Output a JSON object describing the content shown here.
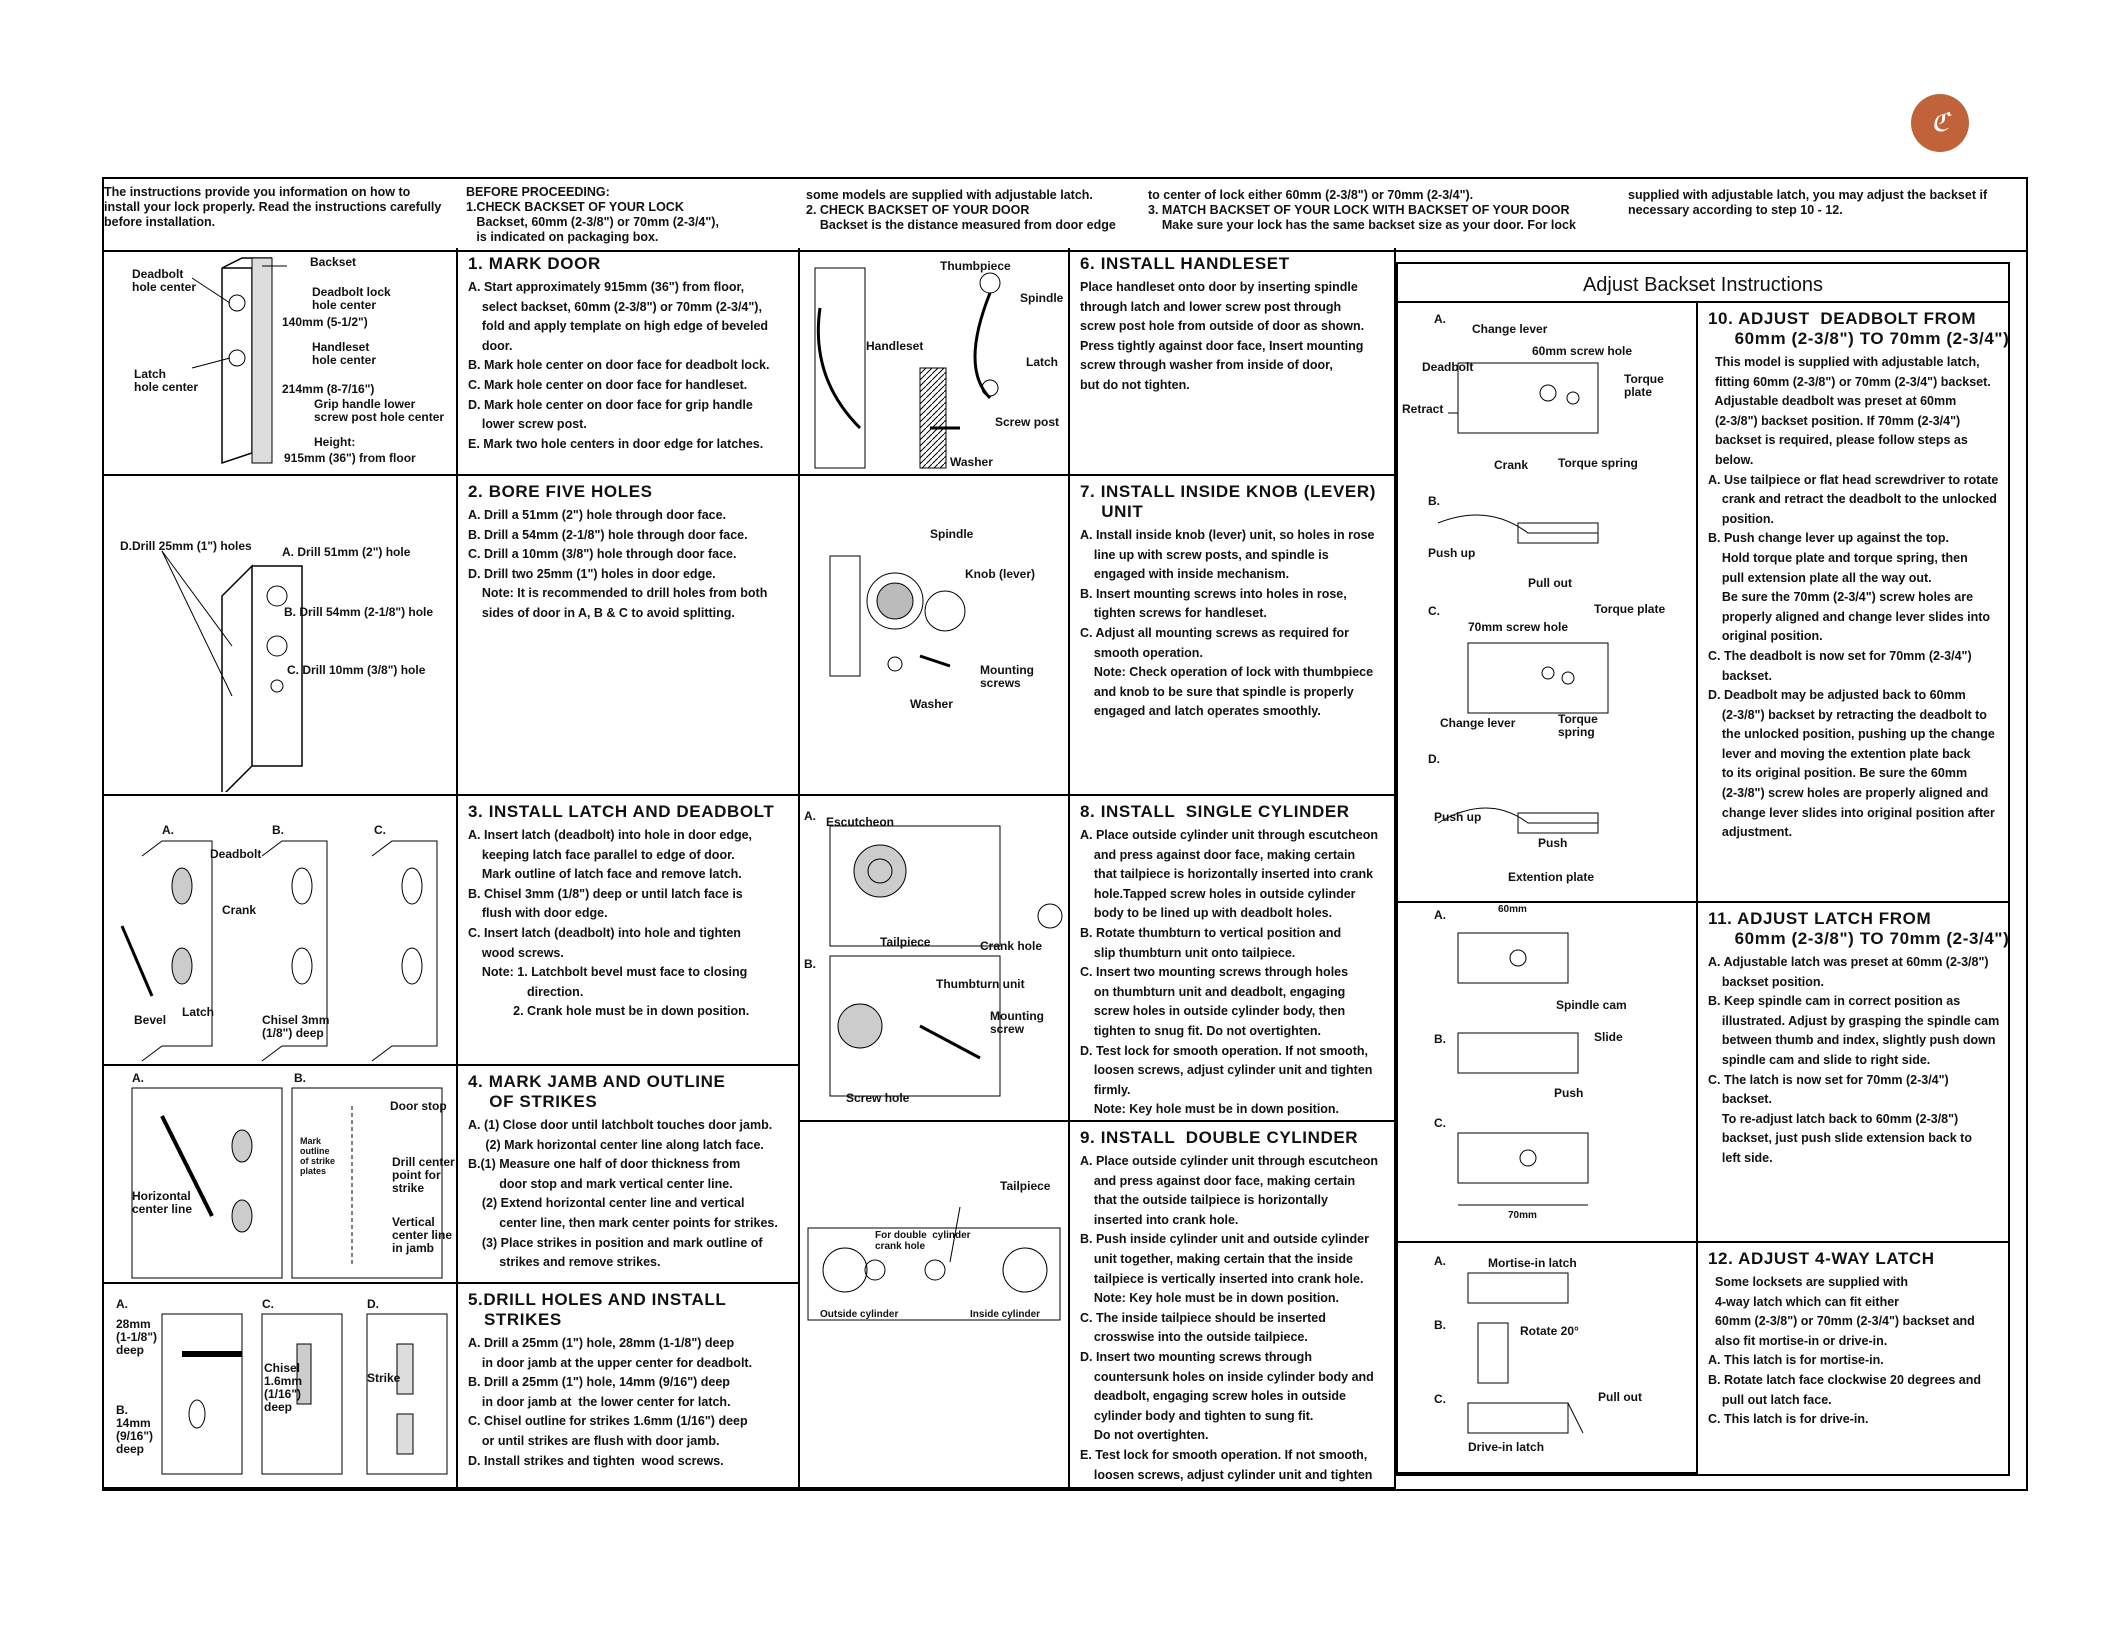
{
  "logo": {
    "glyph": "ℭ",
    "color": "#c0633a"
  },
  "intro": {
    "col1": [
      "The instructions provide you information on how to",
      "install your lock properly. Read the instructions carefully",
      "before installation."
    ],
    "col2": [
      "BEFORE PROCEEDING:",
      "1.CHECK BACKSET OF YOUR LOCK",
      "   Backset, 60mm (2-3/8\") or 70mm (2-3/4\"),",
      "   is indicated on packaging box."
    ],
    "col3": [
      "some models are supplied with adjustable latch.",
      "2. CHECK BACKSET OF YOUR DOOR",
      "    Backset is the distance measured from door edge"
    ],
    "col4": [
      "to center of lock either 60mm (2-3/8\") or 70mm (2-3/4\").",
      "3. MATCH BACKSET OF YOUR LOCK WITH BACKSET OF YOUR DOOR",
      "    Make sure your lock has the same backset size as your door. For lock"
    ],
    "col5": [
      "supplied with adjustable latch, you may adjust the backset if",
      "necessary according to step 10 - 12."
    ]
  },
  "steps": {
    "s1": {
      "title": [
        "1. MARK DOOR"
      ],
      "lines": [
        "A. Start approximately 915mm (36\") from floor,",
        "    select backset, 60mm (2-3/8\") or 70mm (2-3/4\"),",
        "    fold and apply template on high edge of beveled",
        "    door.",
        "B. Mark hole center on door face for deadbolt lock.",
        "C. Mark hole center on door face for handleset.",
        "D. Mark hole center on door face for grip handle",
        "    lower screw post.",
        "E. Mark two hole centers in door edge for latches."
      ]
    },
    "s2": {
      "title": [
        "2. BORE FIVE HOLES"
      ],
      "lines": [
        "A. Drill a 51mm (2\") hole through door face.",
        "B. Drill a 54mm (2-1/8\") hole through door face.",
        "C. Drill a 10mm (3/8\") hole through door face.",
        "D. Drill two 25mm (1\") holes in door edge.",
        "    Note: It is recommended to drill holes from both",
        "    sides of door in A, B & C to avoid splitting."
      ]
    },
    "s3": {
      "title": [
        "3. INSTALL LATCH AND DEADBOLT"
      ],
      "lines": [
        "A. Insert latch (deadbolt) into hole in door edge,",
        "    keeping latch face parallel to edge of door.",
        "    Mark outline of latch face and remove latch.",
        "B. Chisel 3mm (1/8\") deep or until latch face is",
        "    flush with door edge.",
        "C. Insert latch (deadbolt) into hole and tighten",
        "    wood screws.",
        "    Note: 1. Latchbolt bevel must face to closing",
        "                 direction.",
        "             2. Crank hole must be in down position."
      ]
    },
    "s4": {
      "title": [
        "4. MARK JAMB AND OUTLINE",
        "    OF STRIKES"
      ],
      "lines": [
        "A. (1) Close door until latchbolt touches door jamb.",
        "     (2) Mark horizontal center line along latch face.",
        "B.(1) Measure one half of door thickness from",
        "         door stop and mark vertical center line.",
        "    (2) Extend horizontal center line and vertical",
        "         center line, then mark center points for strikes.",
        "    (3) Place strikes in position and mark outline of",
        "         strikes and remove strikes."
      ]
    },
    "s5": {
      "title": [
        "5.DRILL HOLES AND INSTALL",
        "   STRIKES"
      ],
      "lines": [
        "A. Drill a 25mm (1\") hole, 28mm (1-1/8\") deep",
        "    in door jamb at the upper center for deadbolt.",
        "B. Drill a 25mm (1\") hole, 14mm (9/16\") deep",
        "    in door jamb at  the lower center for latch.",
        "C. Chisel outline for strikes 1.6mm (1/16\") deep",
        "    or until strikes are flush with door jamb.",
        "D. Install strikes and tighten  wood screws."
      ]
    },
    "s6": {
      "title": [
        "6. INSTALL HANDLESET"
      ],
      "lines": [
        "Place handleset onto door by inserting spindle",
        "through latch and lower screw post through",
        "screw post hole from outside of door as shown.",
        "Press tightly against door face, Insert mounting",
        "screw through washer from inside of door,",
        "but do not tighten."
      ]
    },
    "s7": {
      "title": [
        "7. INSTALL INSIDE KNOB (LEVER)",
        "    UNIT"
      ],
      "lines": [
        "A. Install inside knob (lever) unit, so holes in rose",
        "    line up with screw posts, and spindle is",
        "    engaged with inside mechanism.",
        "B. Insert mounting screws into holes in rose,",
        "    tighten screws for handleset.",
        "C. Adjust all mounting screws as required for",
        "    smooth operation.",
        "    Note: Check operation of lock with thumbpiece",
        "    and knob to be sure that spindle is properly",
        "    engaged and latch operates smoothly."
      ]
    },
    "s8": {
      "title": [
        "8. INSTALL  SINGLE CYLINDER"
      ],
      "lines": [
        "A. Place outside cylinder unit through escutcheon",
        "    and press against door face, making certain",
        "    that tailpiece is horizontally inserted into crank",
        "    hole.Tapped screw holes in outside cylinder",
        "    body to be lined up with deadbolt holes.",
        "B. Rotate thumbturn to vertical position and",
        "    slip thumbturn unit onto tailpiece.",
        "C. Insert two mounting screws through holes",
        "    on thumbturn unit and deadbolt, engaging",
        "    screw holes in outside cylinder body, then",
        "    tighten to snug fit. Do not overtighten.",
        "D. Test lock for smooth operation. If not smooth,",
        "    loosen screws, adjust cylinder unit and tighten",
        "    firmly.",
        "    Note: Key hole must be in down position."
      ]
    },
    "s9": {
      "title": [
        "9. INSTALL  DOUBLE CYLINDER"
      ],
      "lines": [
        "A. Place outside cylinder unit through escutcheon",
        "    and press against door face, making certain",
        "    that the outside tailpiece is horizontally",
        "    inserted into crank hole.",
        "B. Push inside cylinder unit and outside cylinder",
        "    unit together, making certain that the inside",
        "    tailpiece is vertically inserted into crank hole.",
        "    Note: Key hole must be in down position.",
        "C. The inside tailpiece should be inserted",
        "    crosswise into the outside tailpiece.",
        "D. Insert two mounting screws through",
        "    countersunk holes on inside cylinder body and",
        "    deadbolt, engaging screw holes in outside",
        "    cylinder body and tighten to sung fit.",
        "    Do not overtighten.",
        "E. Test lock for smooth operation. If not smooth,",
        "    loosen screws, adjust cylinder unit and tighten",
        "    firmly."
      ]
    },
    "s10": {
      "title": [
        "10. ADJUST  DEADBOLT FROM",
        "     60mm (2-3/8\") TO 70mm (2-3/4\")"
      ],
      "lines": [
        "  This model is supplied with adjustable latch,",
        "  fitting 60mm (2-3/8\") or 70mm (2-3/4\") backset.",
        "  Adjustable deadbolt was preset at 60mm",
        "  (2-3/8\") backset position. If 70mm (2-3/4\")",
        "  backset is required, please follow steps as",
        "  below.",
        "A. Use tailpiece or flat head screwdriver to rotate",
        "    crank and retract the deadbolt to the unlocked",
        "    position.",
        "B. Push change lever up against the top.",
        "    Hold torque plate and torque spring, then",
        "    pull extension plate all the way out.",
        "    Be sure the 70mm (2-3/4\") screw holes are",
        "    properly aligned and change lever slides into",
        "    original position.",
        "C. The deadbolt is now set for 70mm (2-3/4\")",
        "    backset.",
        "D. Deadbolt may be adjusted back to 60mm",
        "    (2-3/8\") backset by retracting the deadbolt to",
        "    the unlocked position, pushing up the change",
        "    lever and moving the extention plate back",
        "    to its original position. Be sure the 60mm",
        "    (2-3/8\") screw holes are properly aligned and",
        "    change lever slides into original position after",
        "    adjustment."
      ]
    },
    "s11": {
      "title": [
        "11. ADJUST LATCH FROM",
        "     60mm (2-3/8\") TO 70mm (2-3/4\")"
      ],
      "lines": [
        "A. Adjustable latch was preset at 60mm (2-3/8\")",
        "    backset position.",
        "B. Keep spindle cam in correct position as",
        "    illustrated. Adjust by grasping the spindle cam",
        "    between thumb and index, slightly push down",
        "    spindle cam and slide to right side.",
        "C. The latch is now set for 70mm (2-3/4\")",
        "    backset.",
        "    To re-adjust latch back to 60mm (2-3/8\")",
        "    backset, just push slide extension back to",
        "    left side."
      ]
    },
    "s12": {
      "title": [
        "12. ADJUST 4-WAY LATCH"
      ],
      "lines": [
        "  Some locksets are supplied with",
        "  4-way latch which can fit either",
        "  60mm (2-3/8\") or 70mm (2-3/4\") backset and",
        "  also fit mortise-in or drive-in.",
        "A. This latch is for mortise-in.",
        "B. Rotate latch face clockwise 20 degrees and",
        "    pull out latch face.",
        "C. This latch is for drive-in."
      ]
    }
  },
  "adjust_title": "Adjust Backset Instructions",
  "labels": {
    "d1": [
      "Backset",
      "Deadbolt\nhole center",
      "Deadbolt lock\nhole center",
      "140mm (5-1/2\")",
      "Handleset\nhole center",
      "Latch\nhole center",
      "214mm (8-7/16\")",
      "Grip handle lower\nscrew post hole center",
      "Height:",
      "915mm (36\") from floor"
    ],
    "d2": [
      "D.Drill 25mm (1\") holes",
      "A. Drill 51mm (2\") hole",
      "B. Drill 54mm (2-1/8\") hole",
      "C. Drill 10mm (3/8\") hole"
    ],
    "d3": [
      "A.",
      "B.",
      "C.",
      "Deadbolt",
      "Crank",
      "Bevel",
      "Latch",
      "Chisel 3mm\n(1/8\") deep"
    ],
    "d4": [
      "A.",
      "B.",
      "Door stop",
      "Mark\noutline\nof strike\nplates",
      "Drill center\npoint for\nstrike",
      "Horizontal\ncenter line",
      "Vertical\ncenter line\nin jamb"
    ],
    "d5": [
      "A.",
      "C.",
      "D.",
      "28mm\n(1-1/8\")\ndeep",
      "B.\n14mm\n(9/16\")\ndeep",
      "Chisel\n1.6mm\n(1/16\")\ndeep",
      "Strike"
    ],
    "d6": [
      "Thumbpiece",
      "Spindle",
      "Handleset",
      "Latch",
      "Screw post",
      "Washer"
    ],
    "d7": [
      "Spindle",
      "Knob (lever)",
      "Mounting\nscrews",
      "Washer"
    ],
    "d8": [
      "A.",
      "Escutcheon",
      "Tailpiece",
      "Crank hole",
      "B.",
      "Thumbturn unit",
      "Mounting\nscrew",
      "Screw hole"
    ],
    "d9": [
      "Tailpiece",
      "For double  cylinder\ncrank hole",
      "Outside cylinder",
      "Inside cylinder"
    ],
    "d10": [
      "A.",
      "Change lever",
      "60mm screw hole",
      "Deadbolt",
      "Torque\nplate",
      "Retract",
      "Crank",
      "Torque spring",
      "B.",
      "Push up",
      "Pull out",
      "C.",
      "Torque plate",
      "70mm screw hole",
      "Change lever",
      "Torque\nspring",
      "D.",
      "Push up",
      "Push",
      "Extention plate"
    ],
    "d11": [
      "A.",
      "60mm",
      "Spindle cam",
      "B.",
      "Slide",
      "Push",
      "C.",
      "70mm"
    ],
    "d12": [
      "A.",
      "Mortise-in latch",
      "B.",
      "Rotate 20°",
      "C.",
      "Pull out",
      "Drive-in latch"
    ]
  }
}
